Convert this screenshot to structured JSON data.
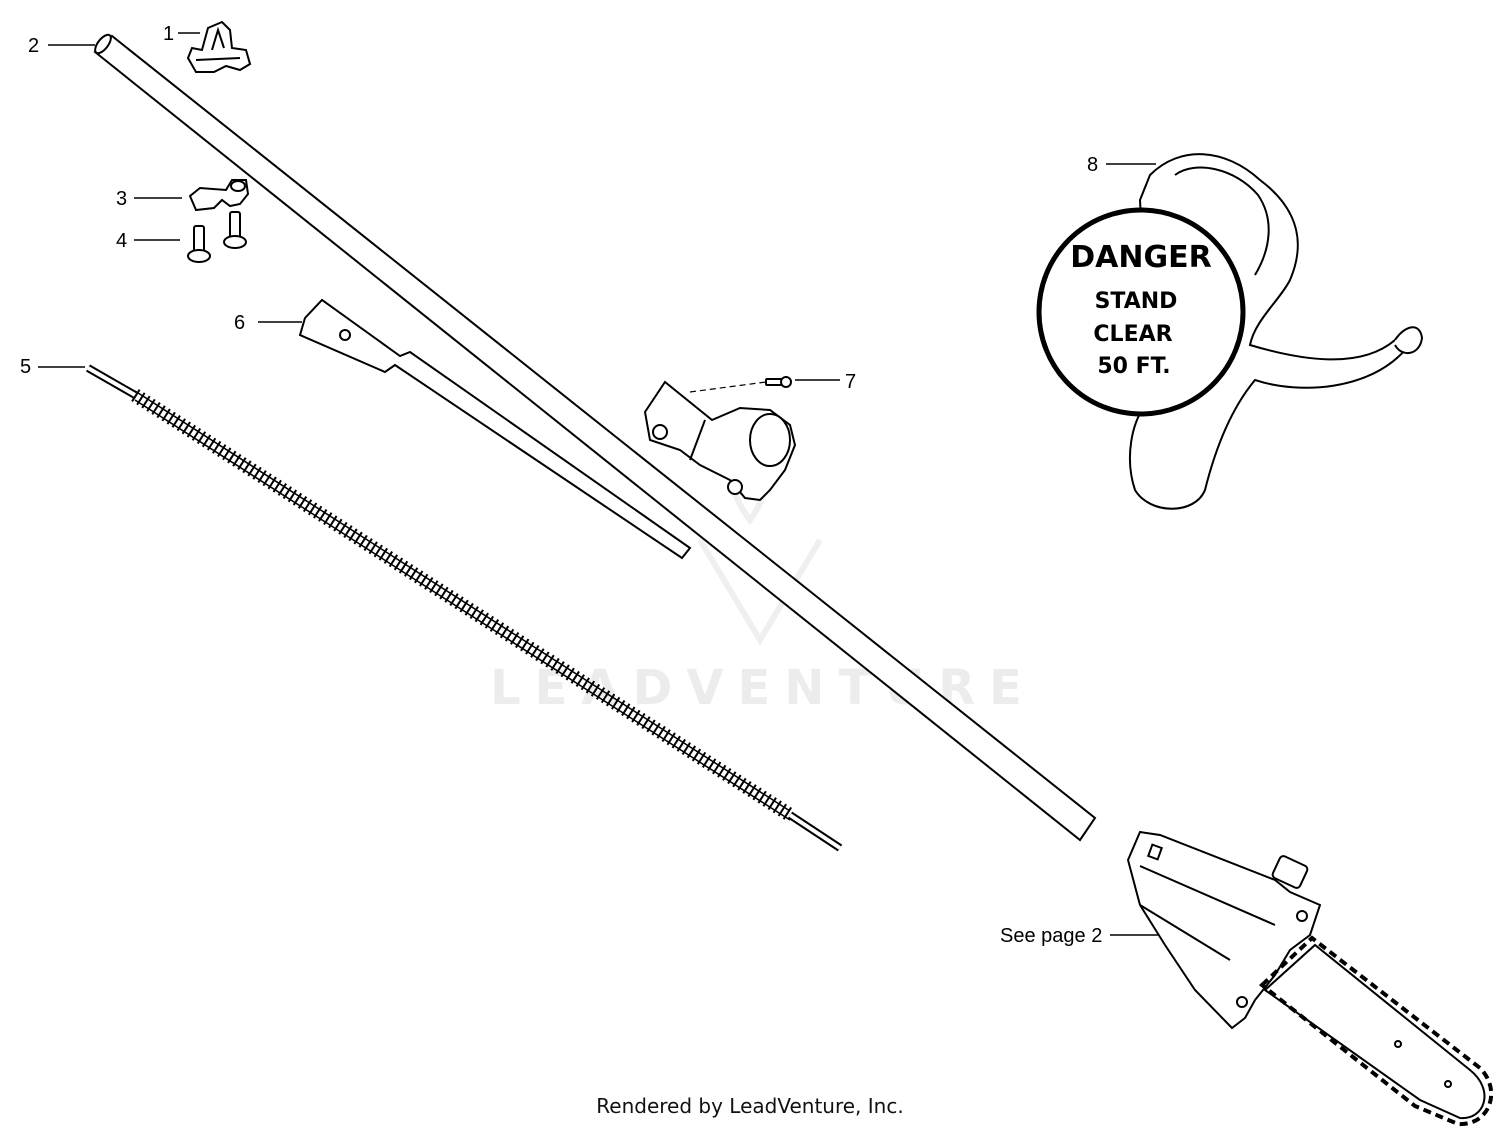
{
  "callouts": {
    "c1": "1",
    "c2": "2",
    "c3": "3",
    "c4": "4",
    "c5": "5",
    "c6": "6",
    "c7": "7",
    "c8": "8",
    "see_page": "See page 2"
  },
  "danger_tag": {
    "title": "DANGER",
    "line1": "STAND",
    "line2": "CLEAR",
    "line3": "50 FT."
  },
  "watermark": {
    "text": "LEADVENTURE"
  },
  "footer": {
    "credit": "Rendered by LeadVenture, Inc."
  }
}
